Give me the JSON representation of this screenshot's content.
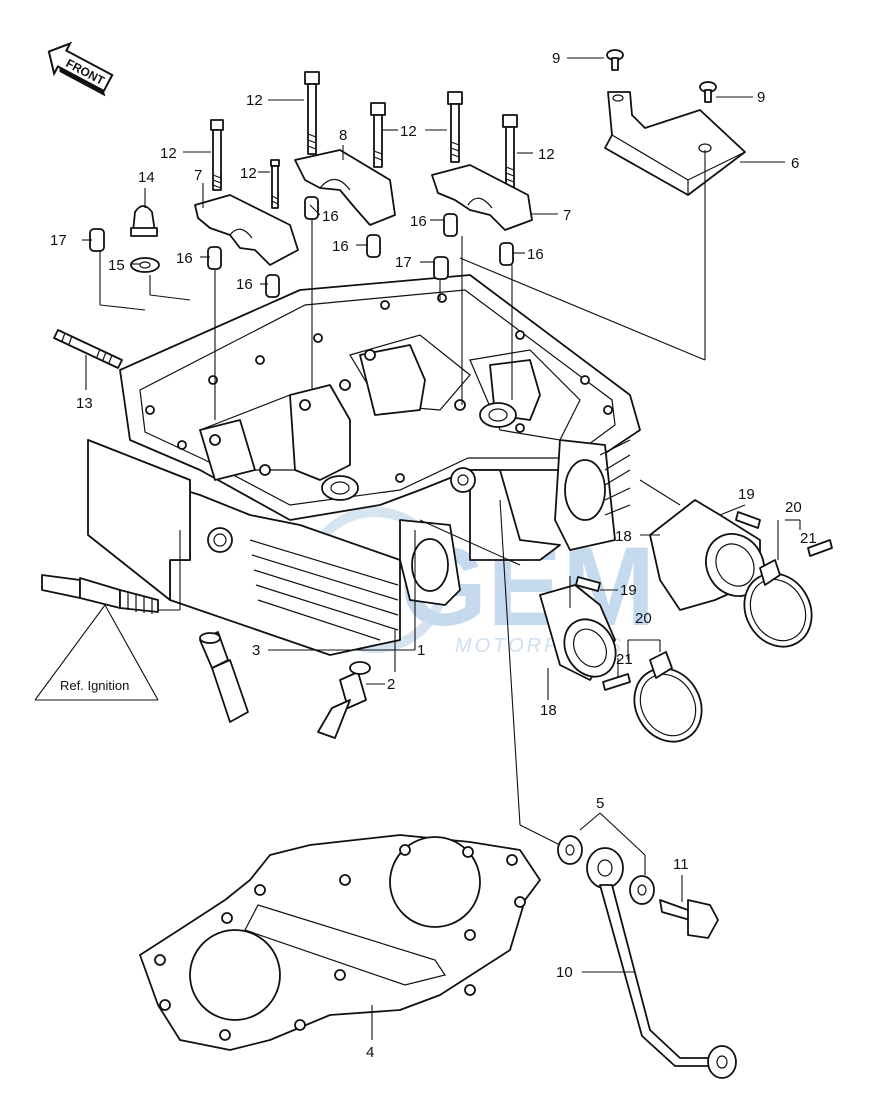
{
  "front_arrow": {
    "label": "FRONT"
  },
  "callouts": [
    {
      "id": "c1",
      "text": "1"
    },
    {
      "id": "c2",
      "text": "2"
    },
    {
      "id": "c3",
      "text": "3"
    },
    {
      "id": "c4",
      "text": "4"
    },
    {
      "id": "c5",
      "text": "5"
    },
    {
      "id": "c6",
      "text": "6"
    },
    {
      "id": "c7a",
      "text": "7"
    },
    {
      "id": "c7b",
      "text": "7"
    },
    {
      "id": "c8",
      "text": "8"
    },
    {
      "id": "c9a",
      "text": "9"
    },
    {
      "id": "c9b",
      "text": "9"
    },
    {
      "id": "c10",
      "text": "10"
    },
    {
      "id": "c11",
      "text": "11"
    },
    {
      "id": "c12a",
      "text": "12"
    },
    {
      "id": "c12b",
      "text": "12"
    },
    {
      "id": "c12c",
      "text": "12"
    },
    {
      "id": "c12d",
      "text": "12"
    },
    {
      "id": "c12e",
      "text": "12"
    },
    {
      "id": "c13",
      "text": "13"
    },
    {
      "id": "c14",
      "text": "14"
    },
    {
      "id": "c15",
      "text": "15"
    },
    {
      "id": "c16a",
      "text": "16"
    },
    {
      "id": "c16b",
      "text": "16"
    },
    {
      "id": "c16c",
      "text": "16"
    },
    {
      "id": "c16d",
      "text": "16"
    },
    {
      "id": "c16e",
      "text": "16"
    },
    {
      "id": "c16f",
      "text": "16"
    },
    {
      "id": "c17a",
      "text": "17"
    },
    {
      "id": "c17b",
      "text": "17"
    },
    {
      "id": "c18a",
      "text": "18"
    },
    {
      "id": "c18b",
      "text": "18"
    },
    {
      "id": "c19a",
      "text": "19"
    },
    {
      "id": "c19b",
      "text": "19"
    },
    {
      "id": "c20a",
      "text": "20"
    },
    {
      "id": "c20b",
      "text": "20"
    },
    {
      "id": "c21a",
      "text": "21"
    },
    {
      "id": "c21b",
      "text": "21"
    }
  ],
  "reference_note": "Ref. Ignition",
  "watermark": {
    "brand": "GEM",
    "sub": "MOTORPARTS",
    "color": "#bcd4ec"
  }
}
